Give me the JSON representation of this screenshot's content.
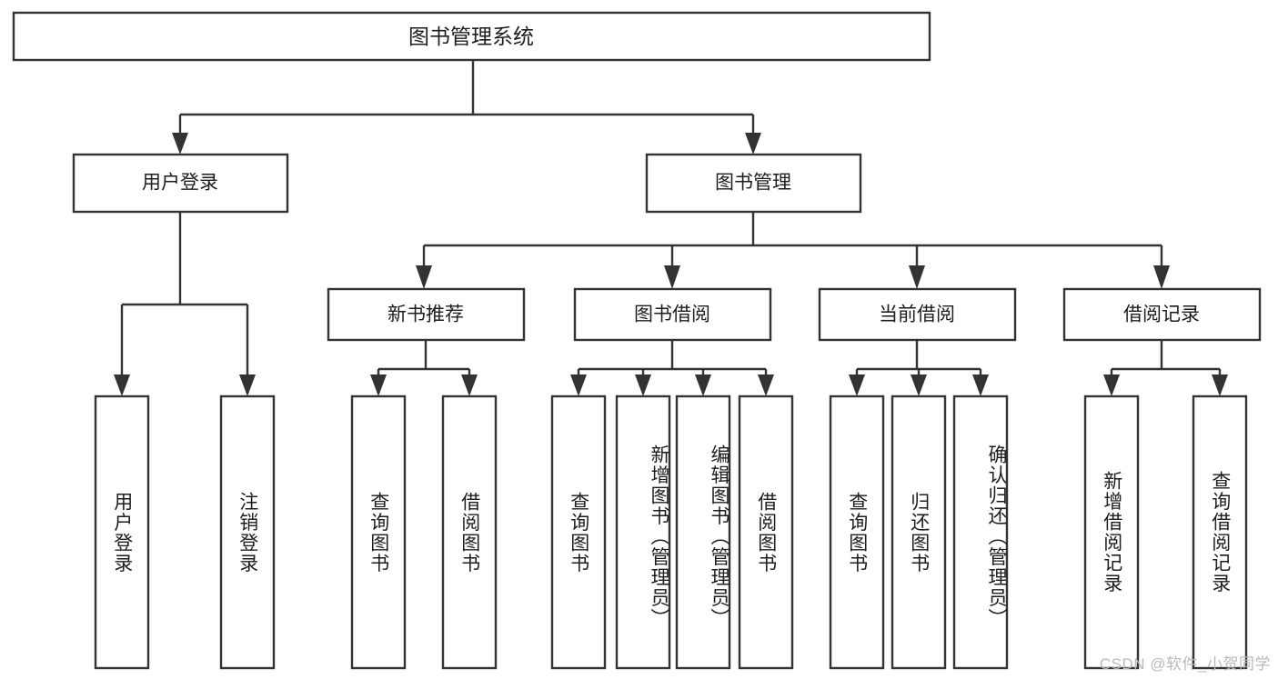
{
  "diagram": {
    "type": "tree",
    "title": "图书管理系统",
    "watermark": "CSDN @软件_小贺同学",
    "levels": {
      "root": {
        "label": "图书管理系统"
      },
      "level2": [
        {
          "id": "user-login",
          "label": "用户登录"
        },
        {
          "id": "book-management",
          "label": "图书管理"
        }
      ],
      "level3": [
        {
          "id": "new-book-recommend",
          "label": "新书推荐",
          "parent": "book-management"
        },
        {
          "id": "book-borrow",
          "label": "图书借阅",
          "parent": "book-management"
        },
        {
          "id": "current-borrow",
          "label": "当前借阅",
          "parent": "book-management"
        },
        {
          "id": "borrow-record",
          "label": "借阅记录",
          "parent": "book-management"
        }
      ],
      "leaves": [
        {
          "id": "leaf-user-login",
          "label": "用户登录",
          "parent": "user-login"
        },
        {
          "id": "leaf-logout-login",
          "label": "注销登录",
          "parent": "user-login"
        },
        {
          "id": "leaf-query-book-1",
          "label": "查询图书",
          "parent": "new-book-recommend"
        },
        {
          "id": "leaf-borrow-book-1",
          "label": "借阅图书",
          "parent": "new-book-recommend"
        },
        {
          "id": "leaf-query-book-2",
          "label": "查询图书",
          "parent": "book-borrow"
        },
        {
          "id": "leaf-add-book",
          "label": "新增图书（管理员）",
          "parent": "book-borrow"
        },
        {
          "id": "leaf-edit-book",
          "label": "编辑图书（管理员）",
          "parent": "book-borrow"
        },
        {
          "id": "leaf-borrow-book-2",
          "label": "借阅图书",
          "parent": "book-borrow"
        },
        {
          "id": "leaf-query-book-3",
          "label": "查询图书",
          "parent": "current-borrow"
        },
        {
          "id": "leaf-return-book",
          "label": "归还图书",
          "parent": "current-borrow"
        },
        {
          "id": "leaf-confirm-return",
          "label": "确认归还（管理员）",
          "parent": "current-borrow"
        },
        {
          "id": "leaf-add-record",
          "label": "新增借阅记录",
          "parent": "borrow-record"
        },
        {
          "id": "leaf-query-record",
          "label": "查询借阅记录",
          "parent": "borrow-record"
        }
      ]
    },
    "colors": {
      "box_stroke": "#333333",
      "box_fill": "#ffffff",
      "text": "#1d1d1d",
      "watermark": "#b9b9b9",
      "background": "#ffffff"
    }
  }
}
